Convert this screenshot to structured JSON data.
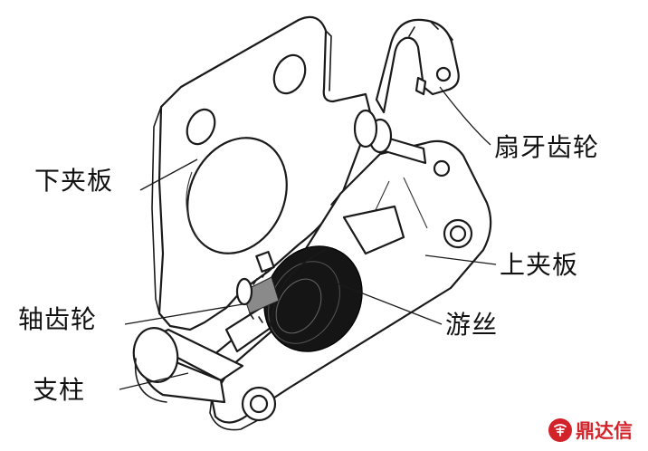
{
  "labels": {
    "lower_plate": "下夹板",
    "sector_gear": "扇牙齿轮",
    "upper_plate": "上夹板",
    "shaft_gear": "轴齿轮",
    "hairspring": "游丝",
    "pillar": "支柱"
  },
  "watermark": {
    "text": "鼎达信",
    "color": "#d3232a"
  },
  "colors": {
    "line": "#1a1a1a",
    "background": "#ffffff"
  }
}
